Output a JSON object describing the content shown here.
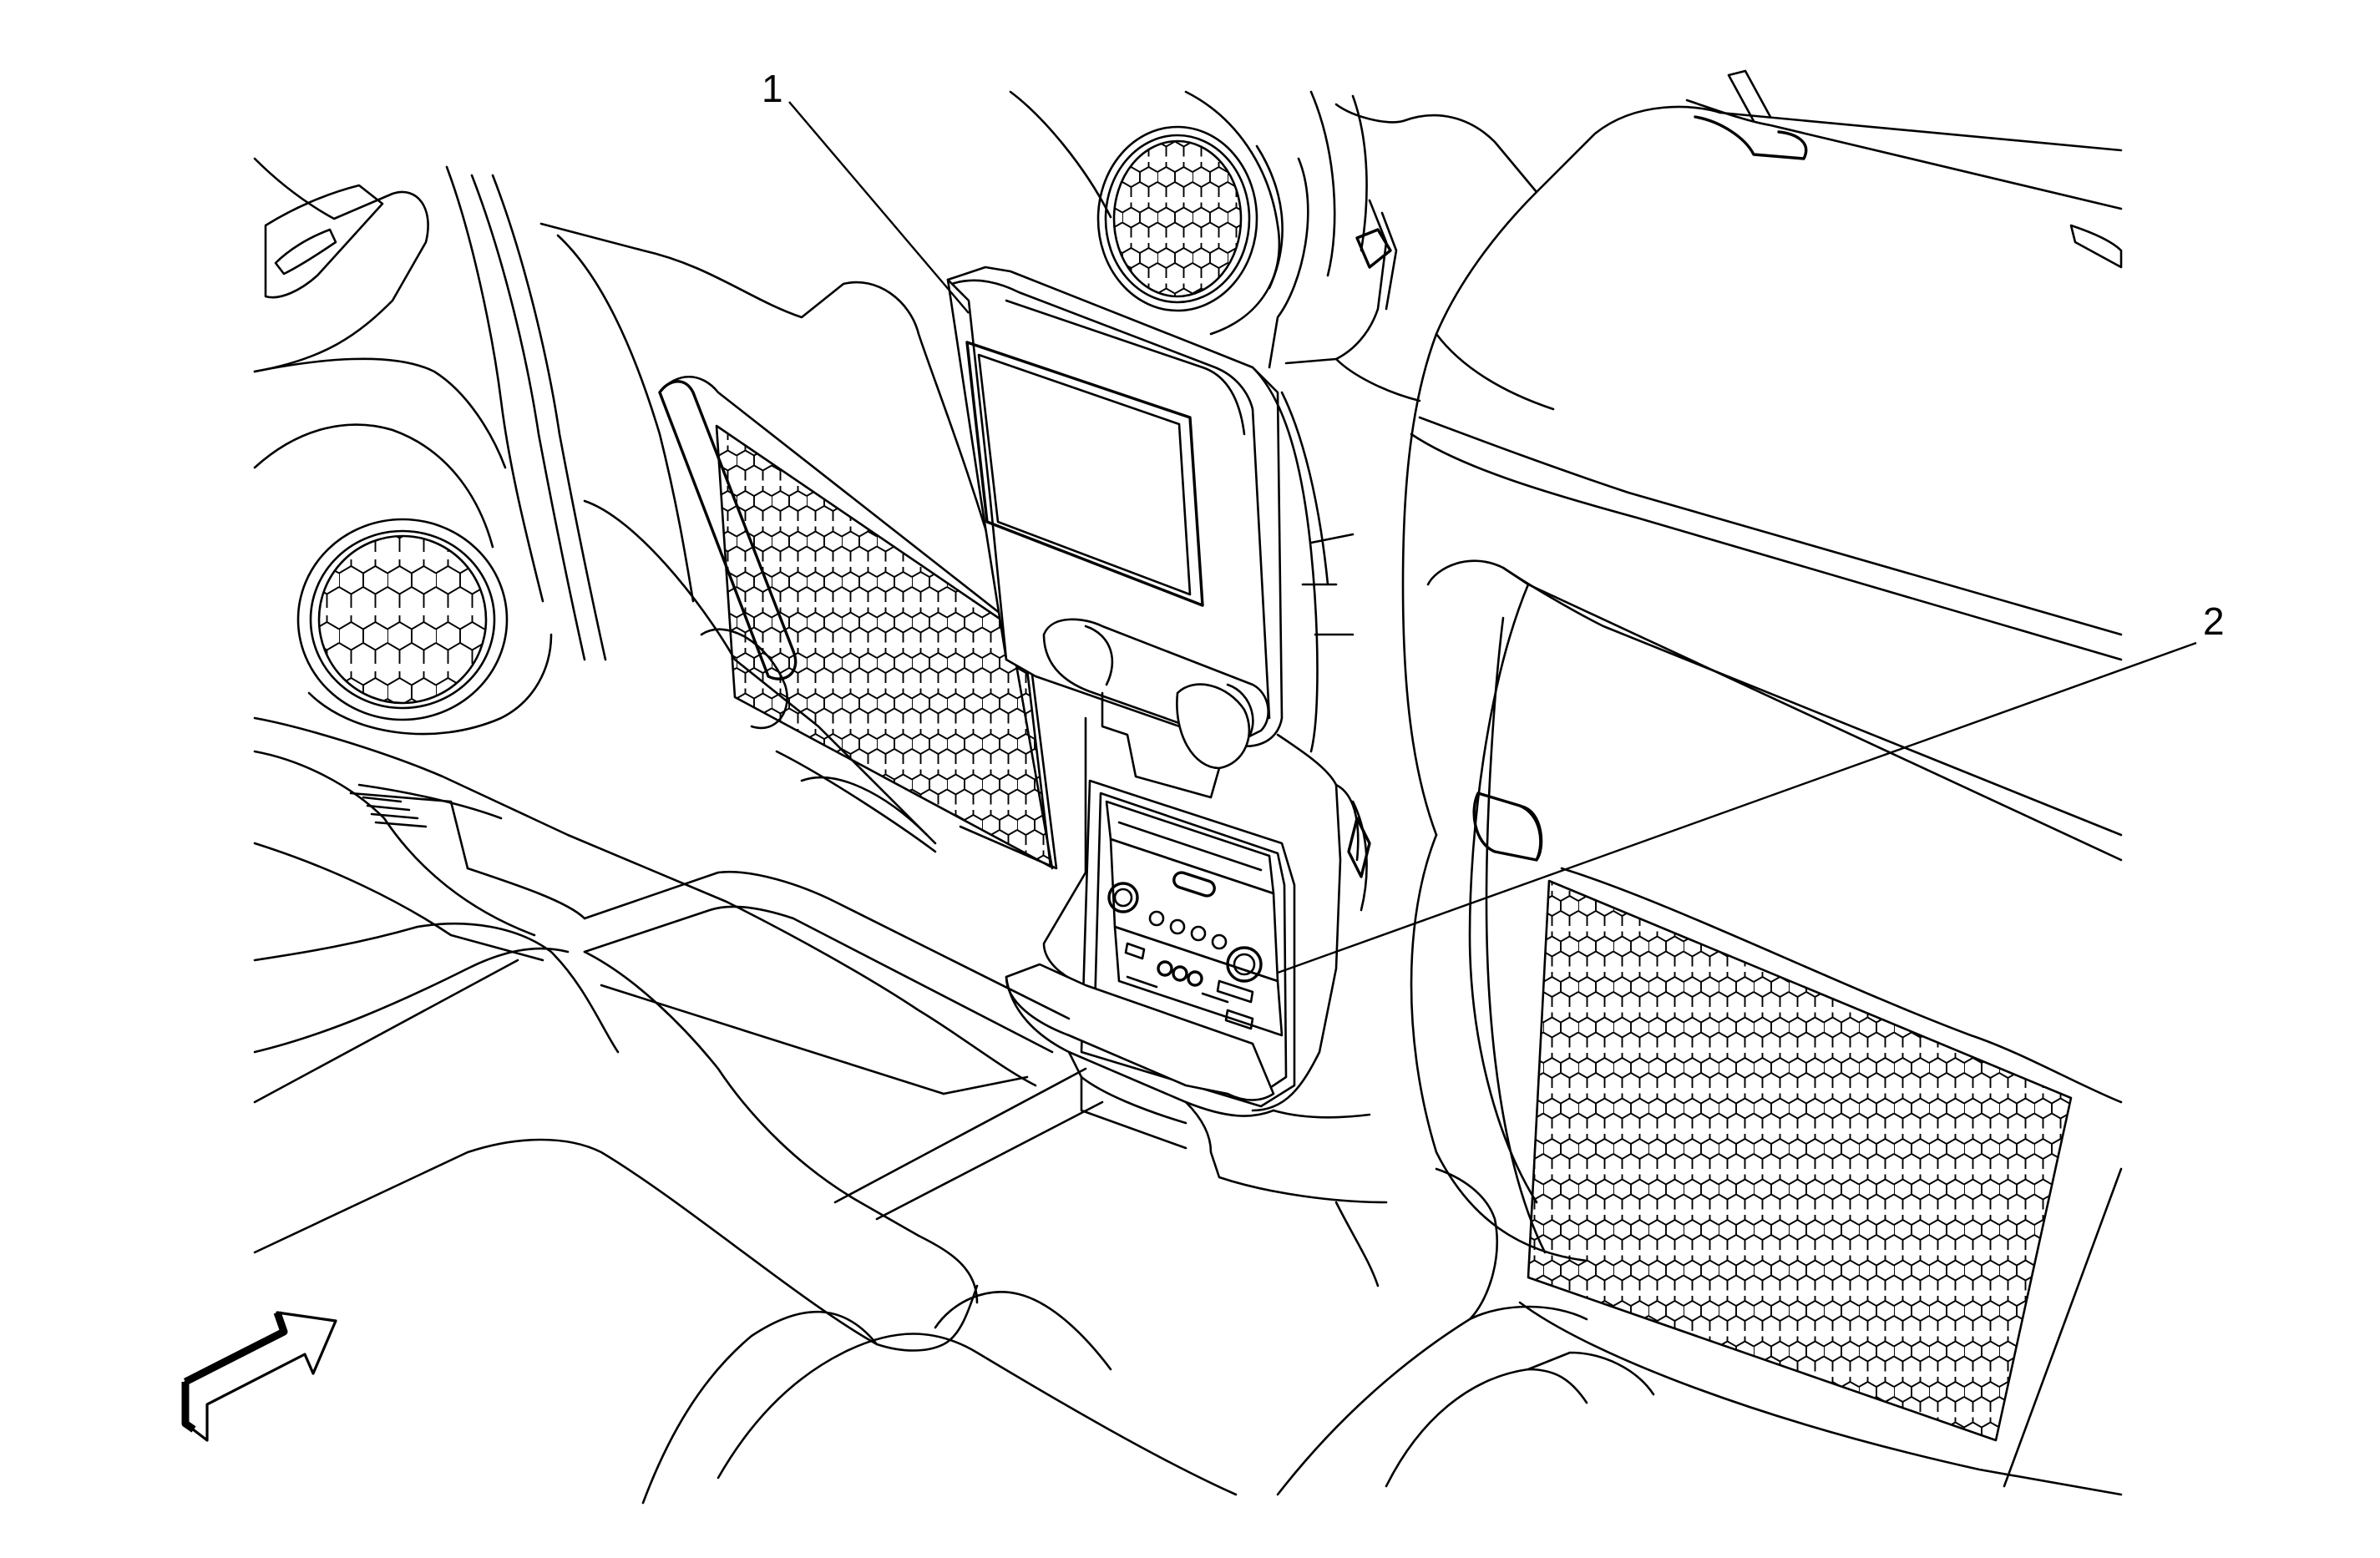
{
  "callouts": [
    {
      "id": "1",
      "label": "1",
      "target": "rear-seat-entertainment-display"
    },
    {
      "id": "2",
      "label": "2",
      "target": "rear-seat-audio-controls"
    }
  ],
  "colors": {
    "line": "#000000",
    "background": "#ffffff"
  },
  "icons": [
    "view-direction-arrow-icon",
    "speaker-grille-icon",
    "mesh-pocket-icon"
  ]
}
